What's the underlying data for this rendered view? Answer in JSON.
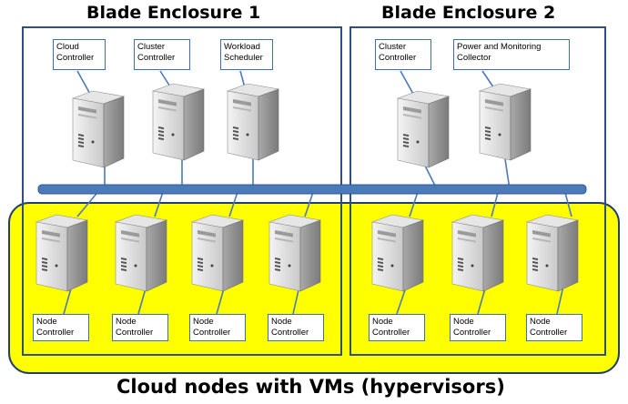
{
  "titles": {
    "enclosure1": "Blade Enclosure 1",
    "enclosure2": "Blade Enclosure 2",
    "bottom": "Cloud nodes with VMs (hypervisors)"
  },
  "labels": {
    "cloud_controller": "Cloud Controller",
    "cluster_controller_1": "Cluster Controller",
    "workload_scheduler": "Workload Scheduler",
    "cluster_controller_2": "Cluster Controller",
    "power_monitoring": "Power and Monitoring Collector",
    "node_controllers": [
      "Node Controller",
      "Node Controller",
      "Node Controller",
      "Node Controller",
      "Node Controller",
      "Node Controller",
      "Node Controller"
    ]
  },
  "colors": {
    "yellow_fill": "#ffff00",
    "enclosure_border": "#2f4f7f",
    "bus": "#4a7ab8",
    "label_border": "#3b6fb6"
  }
}
